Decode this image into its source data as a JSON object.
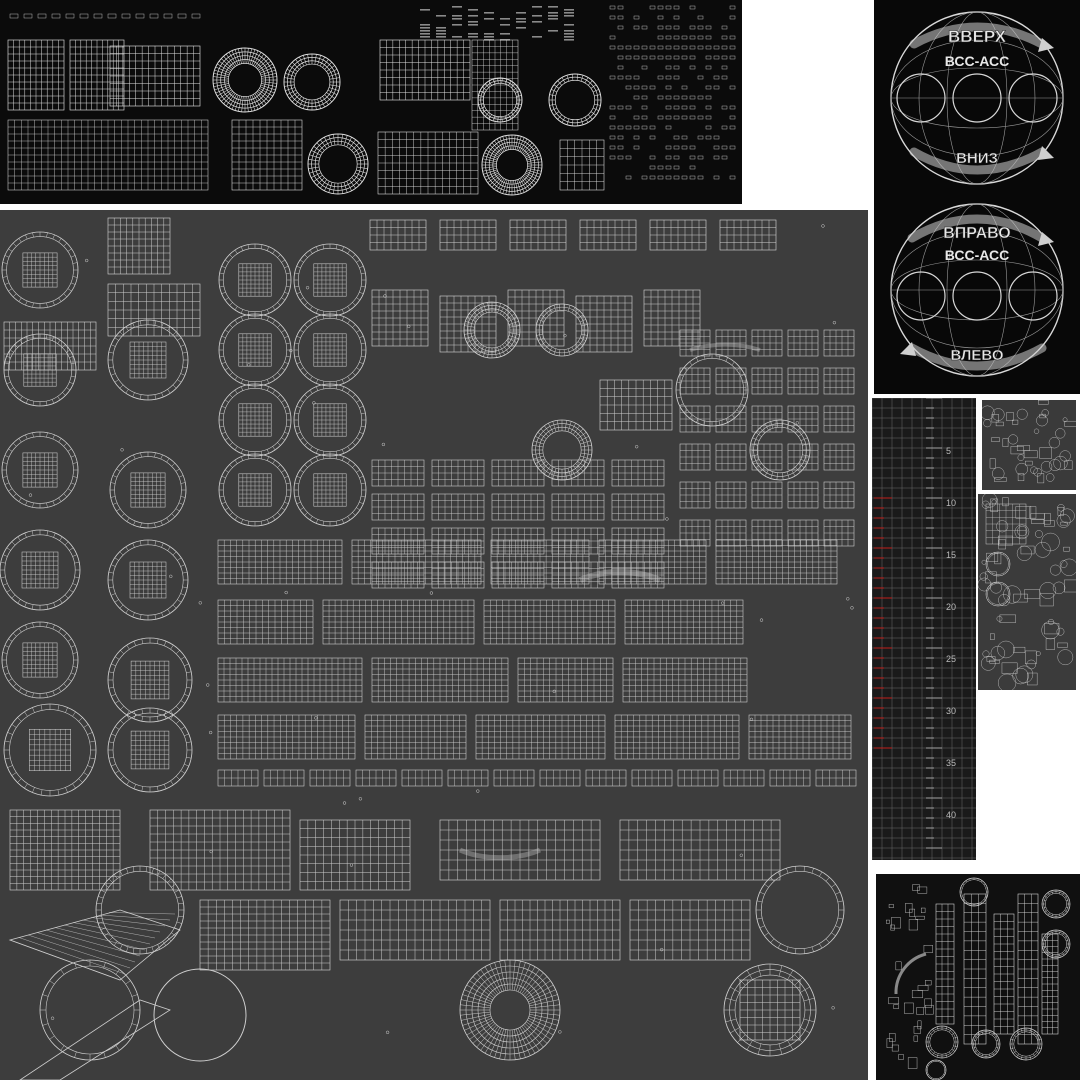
{
  "labels": {
    "dial_top": {
      "up": "ВВЕРХ",
      "code": "ВСС-АСС",
      "down": "ВНИЗ"
    },
    "dial_bottom": {
      "right": "ВПРАВО",
      "code": "ВСС-АСС",
      "left": "ВЛЕВО"
    }
  },
  "ruler": {
    "numbers": [
      "5",
      "10",
      "15",
      "20",
      "25",
      "30",
      "35",
      "40"
    ]
  },
  "colors": {
    "main_bg": "#3d3d3d",
    "dark_bg": "#0b0b0b",
    "wire": "#d8d8d8",
    "ruler_red": "#c0201c"
  }
}
